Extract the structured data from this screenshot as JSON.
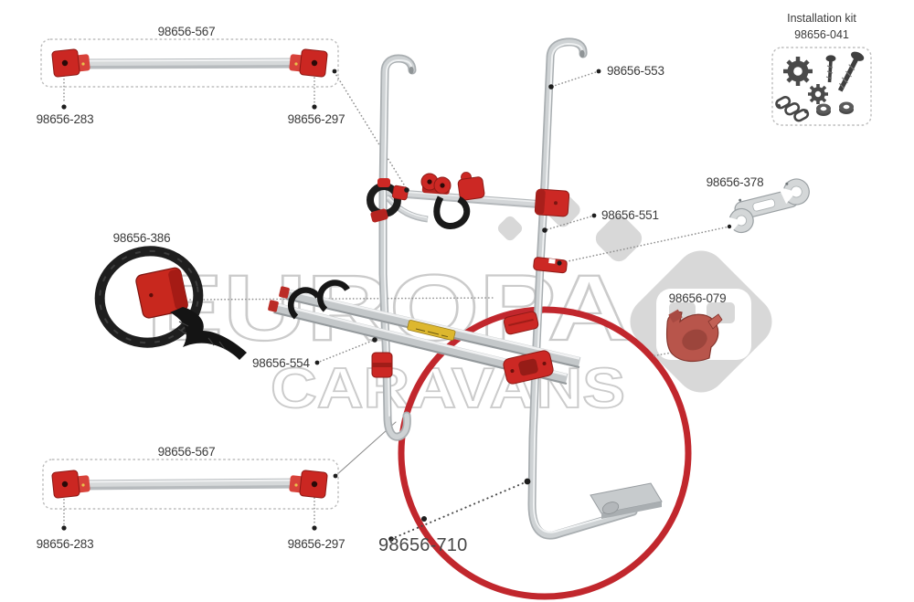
{
  "watermark": {
    "line1": "EUROPA",
    "line2": "CARAVANS"
  },
  "installation_kit": {
    "title": "Installation kit",
    "part_number": "98656-041",
    "icons": [
      "gears-icon",
      "screws-icon",
      "chain-links-icon",
      "nuts-icon"
    ]
  },
  "crossbar_top": {
    "assembly": "98656-567",
    "left_cap": "98656-283",
    "right_cap": "98656-297"
  },
  "crossbar_bottom": {
    "assembly": "98656-567",
    "left_cap": "98656-283",
    "right_cap": "98656-297"
  },
  "parts": {
    "upper_hook_tube": "98656-553",
    "tube_clamp": "98656-551",
    "hook_bracket": "98656-378",
    "wheel_strap": "98656-386",
    "bike_rail": "98656-554",
    "clip": "98656-079",
    "lower_foot_tube": "98656-710"
  },
  "colors": {
    "accent_red": "#cc2824",
    "highlight_circle_red": "#c1272d",
    "metal_gray": "#c6cacc",
    "watermark_gray": "#d8d8d8",
    "label_text": "#3a3a3a"
  }
}
